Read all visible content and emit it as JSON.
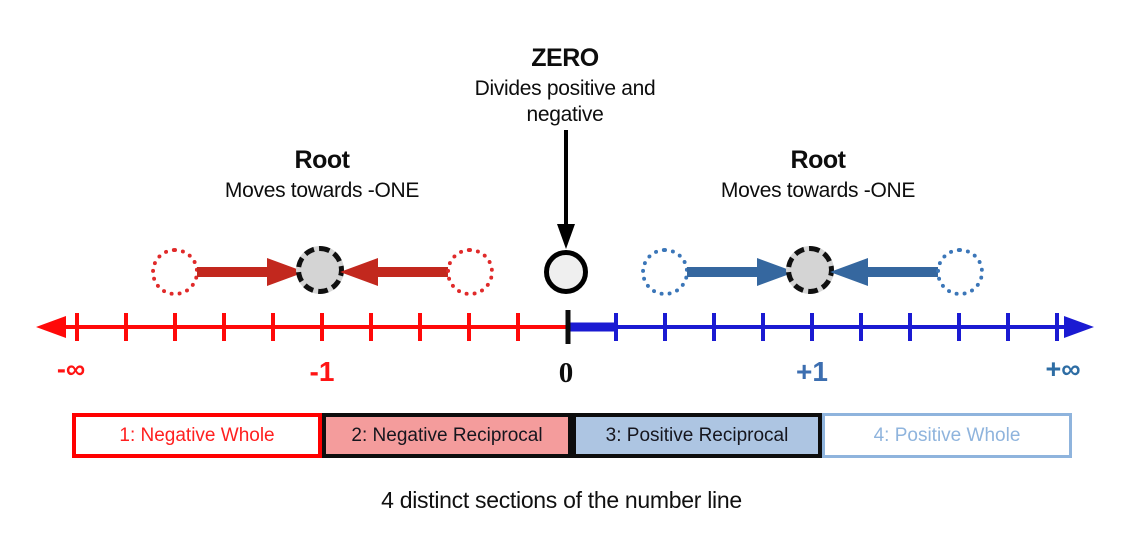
{
  "zero_annotation": {
    "title": "ZERO",
    "subtitle": "Divides positive and negative"
  },
  "root_left": {
    "title": "Root",
    "subtitle": "Moves towards -ONE"
  },
  "root_right": {
    "title": "Root",
    "subtitle": "Moves towards -ONE"
  },
  "number_line": {
    "neg_infinity": "-∞",
    "neg_one": "-1",
    "zero": "0",
    "pos_one": "+1",
    "pos_infinity": "+∞",
    "negative_line_color": "#ff0909",
    "positive_line_color": "#1a1ad2",
    "neg_label_color": "#ff1414",
    "pos_label_color": "#3c6eb0"
  },
  "clusters": {
    "red_arrow_color": "#c2281e",
    "blue_arrow_color": "#35679f",
    "target_circle_fill": "#d4d4d4",
    "zero_circle_fill": "#efefef"
  },
  "legend": {
    "sections": [
      {
        "label": "1: Negative Whole",
        "border": "#ff0000",
        "background": "#ffffff",
        "text_color": "#ff2020"
      },
      {
        "label": "2: Negative Reciprocal",
        "border": "#0d0d0d",
        "background": "#f49c9c",
        "text_color": "#16161e"
      },
      {
        "label": "3: Positive Reciprocal",
        "border": "#0d0d0d",
        "background": "#adc5e2",
        "text_color": "#16161e"
      },
      {
        "label": "4: Positive Whole",
        "border": "#8fb4dd",
        "background": "#ffffff",
        "text_color": "#8fb4dd"
      }
    ]
  },
  "caption": "4 distinct sections of the number line"
}
